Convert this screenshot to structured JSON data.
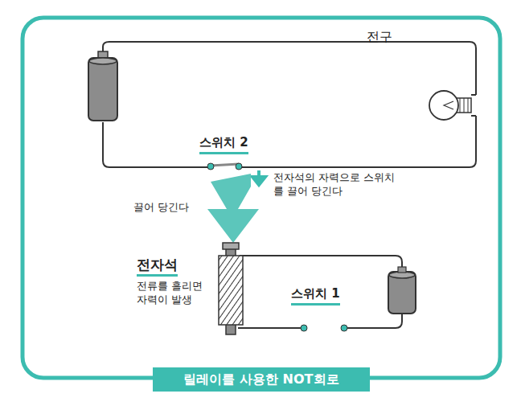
{
  "diagram": {
    "caption": "릴레이를 사용한 NOT회로",
    "labels": [
      "전구",
      "스위치 2",
      "전자석의 자력으로 스위치를 끌어 당긴다",
      "끌어 당긴다",
      "전자석",
      "전류를 흘리면 자력이 발생",
      "스위치 1"
    ]
  }
}
